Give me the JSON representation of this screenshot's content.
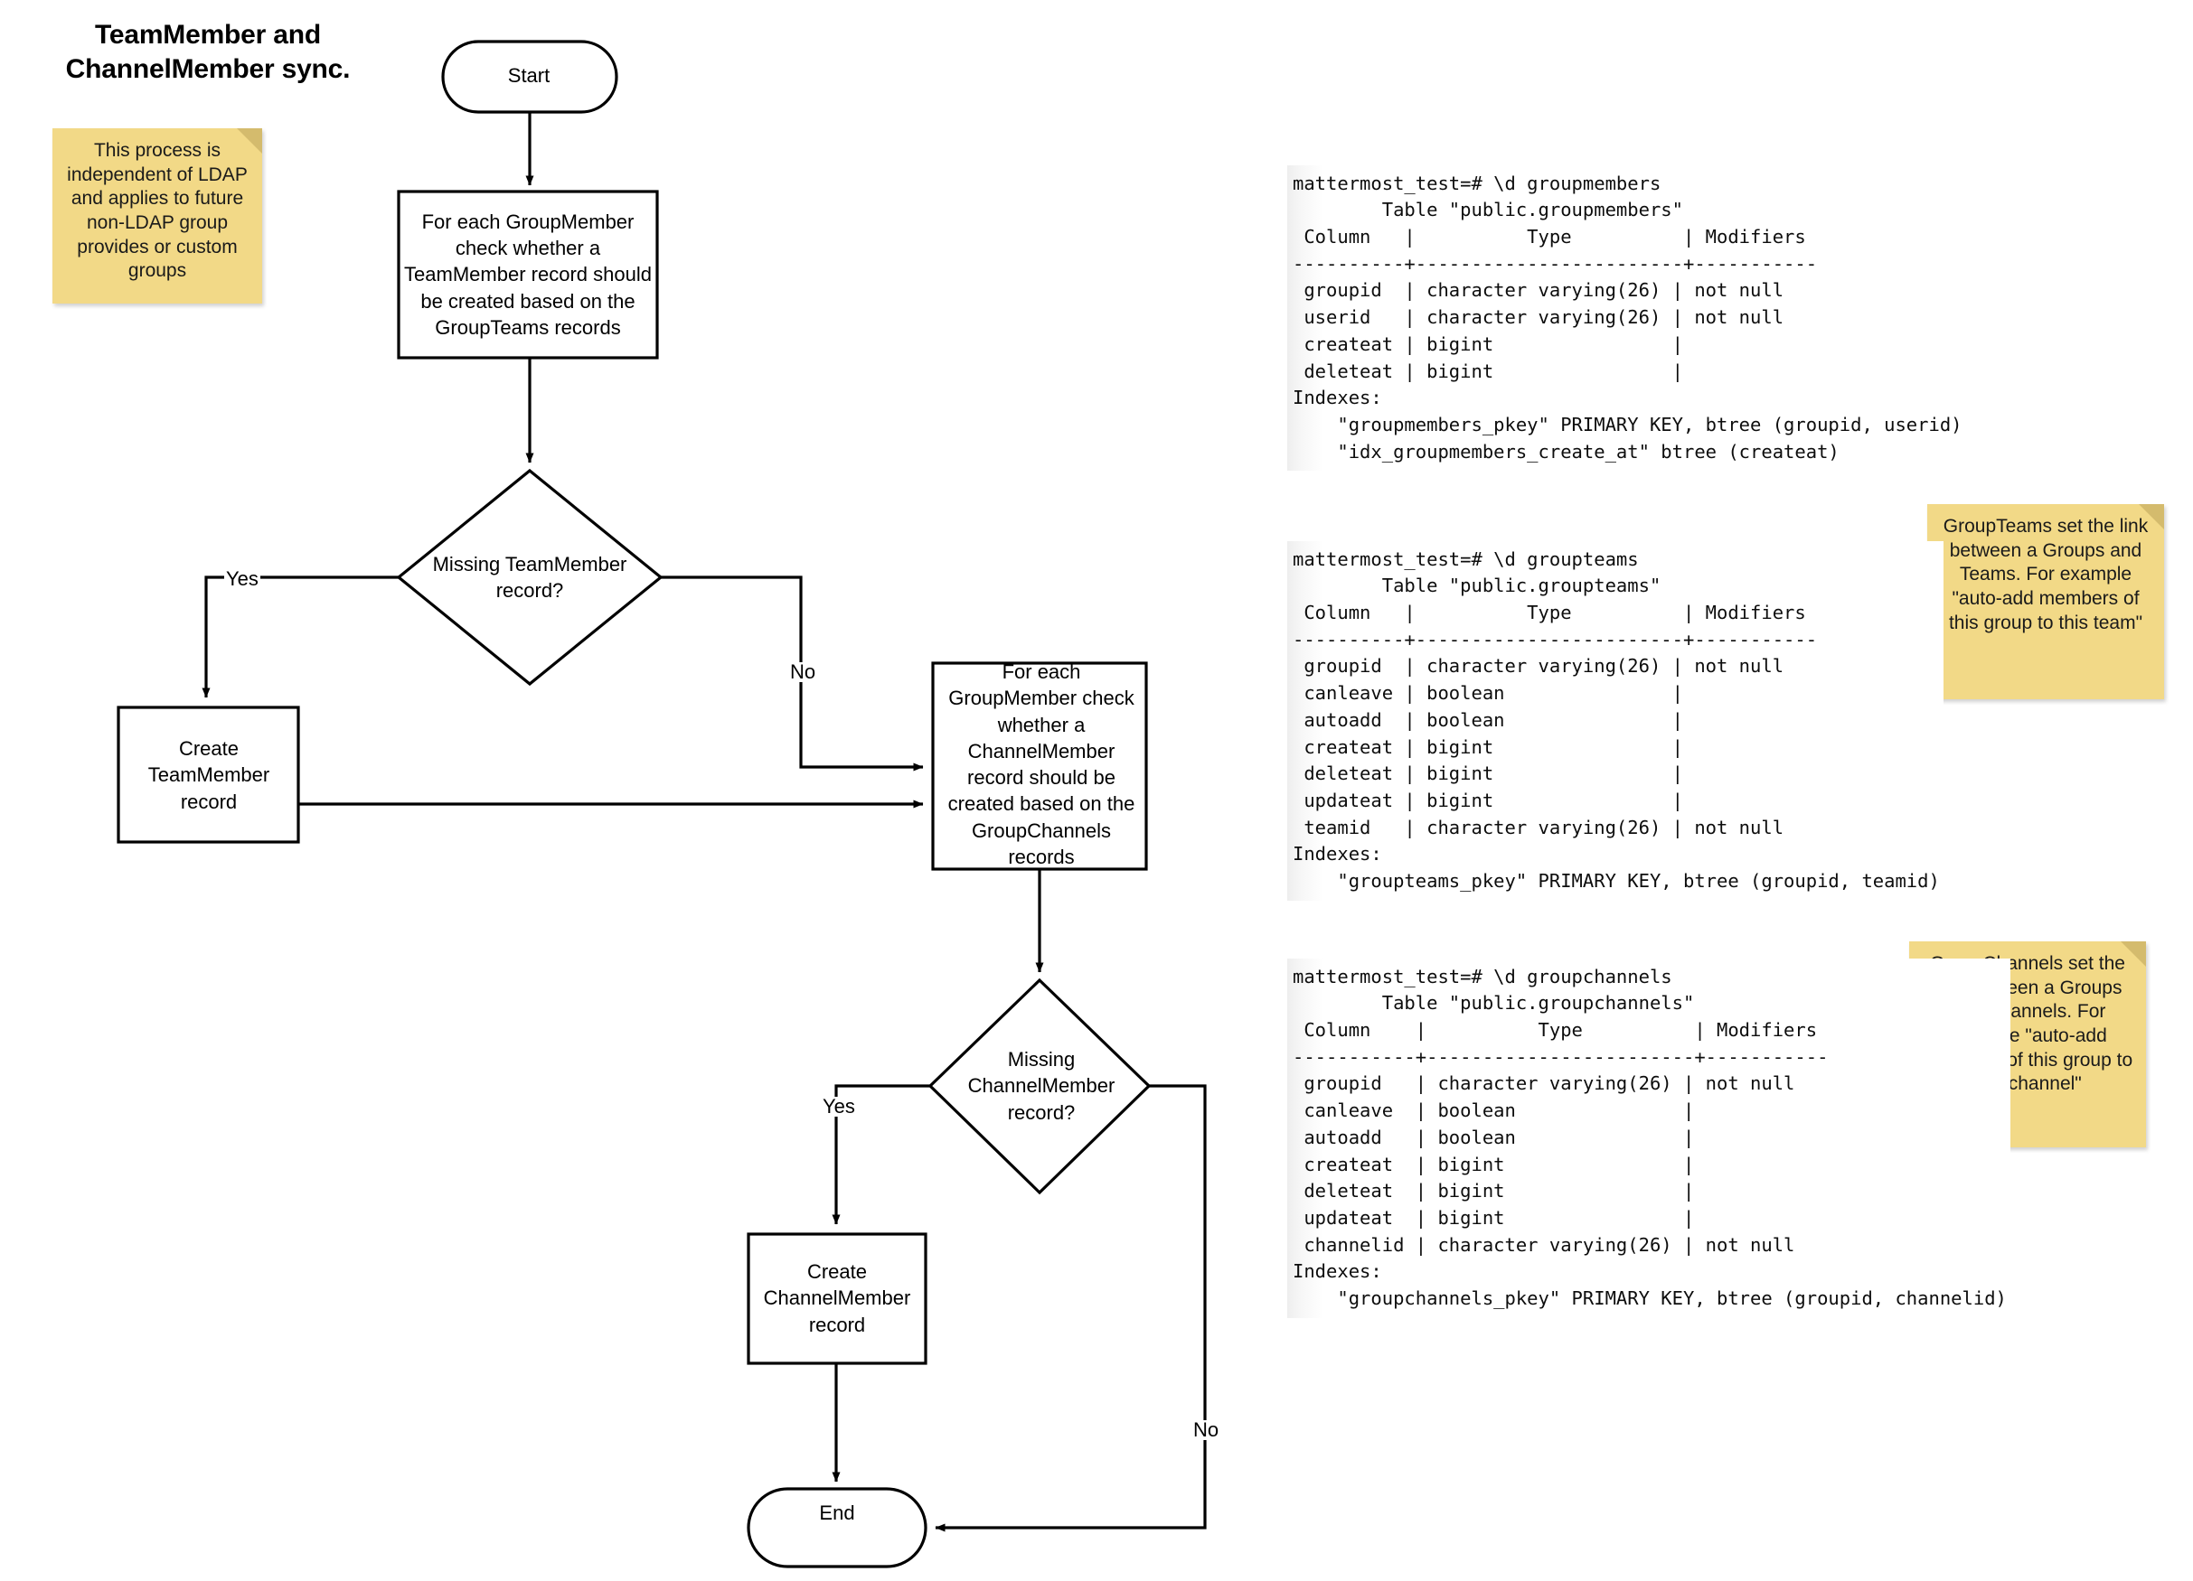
{
  "title": {
    "line1": "TeamMember and",
    "line2": "ChannelMember sync."
  },
  "notes": [
    {
      "id": "ldap",
      "text": "This process is independent of LDAP and applies to future non-LDAP group provides or custom groups"
    },
    {
      "id": "groupteams",
      "text": "GroupTeams set the link between a Groups and Teams. For example \"auto-add members of this group to this team\""
    },
    {
      "id": "groupchannels",
      "text": "GroupChannels set the link between a Groups and Channels. For example \"auto-add members of this group to this channel\""
    }
  ],
  "flow": {
    "nodes": {
      "start": "Start",
      "process_teammember": "For each GroupMember check whether a TeamMember record should be created based on the GroupTeams records",
      "decision_teammember": "Missing TeamMember record?",
      "create_teammember": "Create TeamMember record",
      "process_channelmember": "For each GroupMember check whether a ChannelMember record should be created based on the GroupChannels records",
      "decision_channelmember": "Missing ChannelMember record?",
      "create_channelmember": "Create ChannelMember record",
      "end": "End"
    },
    "edges": {
      "yes1": "Yes",
      "no1": "No",
      "yes2": "Yes",
      "no2": "No"
    }
  },
  "terminals": [
    {
      "id": "groupmembers",
      "prompt": "mattermost_test=# \\d groupmembers",
      "table_caption": "Table \"public.groupmembers\"",
      "header": " Column   |          Type          | Modifiers ",
      "rule": "----------+------------------------+-----------",
      "rows": [
        " groupid  | character varying(26) | not null",
        " userid   | character varying(26) | not null",
        " createat | bigint                |",
        " deleteat | bigint                |"
      ],
      "indexes_label": "Indexes:",
      "indexes": [
        "    \"groupmembers_pkey\" PRIMARY KEY, btree (groupid, userid)",
        "    \"idx_groupmembers_create_at\" btree (createat)"
      ]
    },
    {
      "id": "groupteams",
      "prompt": "mattermost_test=# \\d groupteams",
      "table_caption": "Table \"public.groupteams\"",
      "header": " Column   |          Type          | Modifiers ",
      "rule": "----------+------------------------+-----------",
      "rows": [
        " groupid  | character varying(26) | not null",
        " canleave | boolean               |",
        " autoadd  | boolean               |",
        " createat | bigint                |",
        " deleteat | bigint                |",
        " updateat | bigint                |",
        " teamid   | character varying(26) | not null"
      ],
      "indexes_label": "Indexes:",
      "indexes": [
        "    \"groupteams_pkey\" PRIMARY KEY, btree (groupid, teamid)"
      ]
    },
    {
      "id": "groupchannels",
      "prompt": "mattermost_test=# \\d groupchannels",
      "table_caption": "Table \"public.groupchannels\"",
      "header": " Column    |          Type          | Modifiers ",
      "rule": "-----------+------------------------+-----------",
      "rows": [
        " groupid   | character varying(26) | not null",
        " canleave  | boolean               |",
        " autoadd   | boolean               |",
        " createat  | bigint                |",
        " deleteat  | bigint                |",
        " updateat  | bigint                |",
        " channelid | character varying(26) | not null"
      ],
      "indexes_label": "Indexes:",
      "indexes": [
        "    \"groupchannels_pkey\" PRIMARY KEY, btree (groupid, channelid)"
      ]
    }
  ],
  "colors": {
    "sticky_fill": "#f2d987",
    "sticky_fold": "#d4bb6d",
    "stroke": "#000000",
    "background": "#ffffff"
  }
}
